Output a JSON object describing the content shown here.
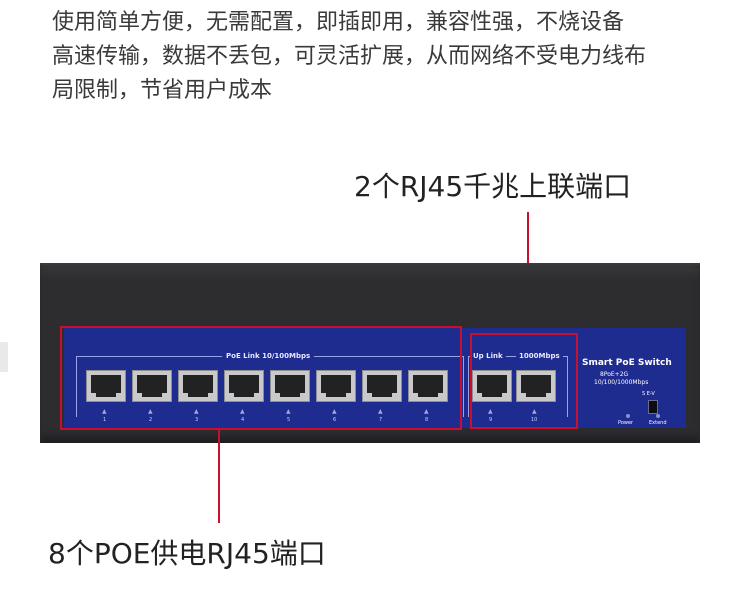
{
  "intro_lines": [
    "使用简单方便，无需配置，即插即用，兼容性强，不烧设备",
    "高速传输，数据不丢包，可灵活扩展，从而网络不受电力线布",
    "局限制，节省用户成本"
  ],
  "callouts": {
    "uplink": "2个RJ45千兆上联端口",
    "poe": "8个POE供电RJ45端口"
  },
  "device": {
    "poe_label": "PoE Link    10/100Mbps",
    "uplink_link_label": "Up Link",
    "uplink_speed_label": "1000Mbps",
    "brand_title": "Smart PoE Switch",
    "brand_sub1": "8PoE+2G",
    "brand_sub2": "10/100/1000Mbps",
    "switch_label": "S  E-V",
    "power_label": "Power",
    "extend_label": "Extend",
    "poe_port_numbers": [
      "1",
      "2",
      "3",
      "4",
      "5",
      "6",
      "7",
      "8"
    ],
    "uplink_port_numbers": [
      "9",
      "10"
    ]
  },
  "colors": {
    "panel": "#1e2b8f",
    "highlight": "#c8102e",
    "chassis": "#2d2d30"
  }
}
